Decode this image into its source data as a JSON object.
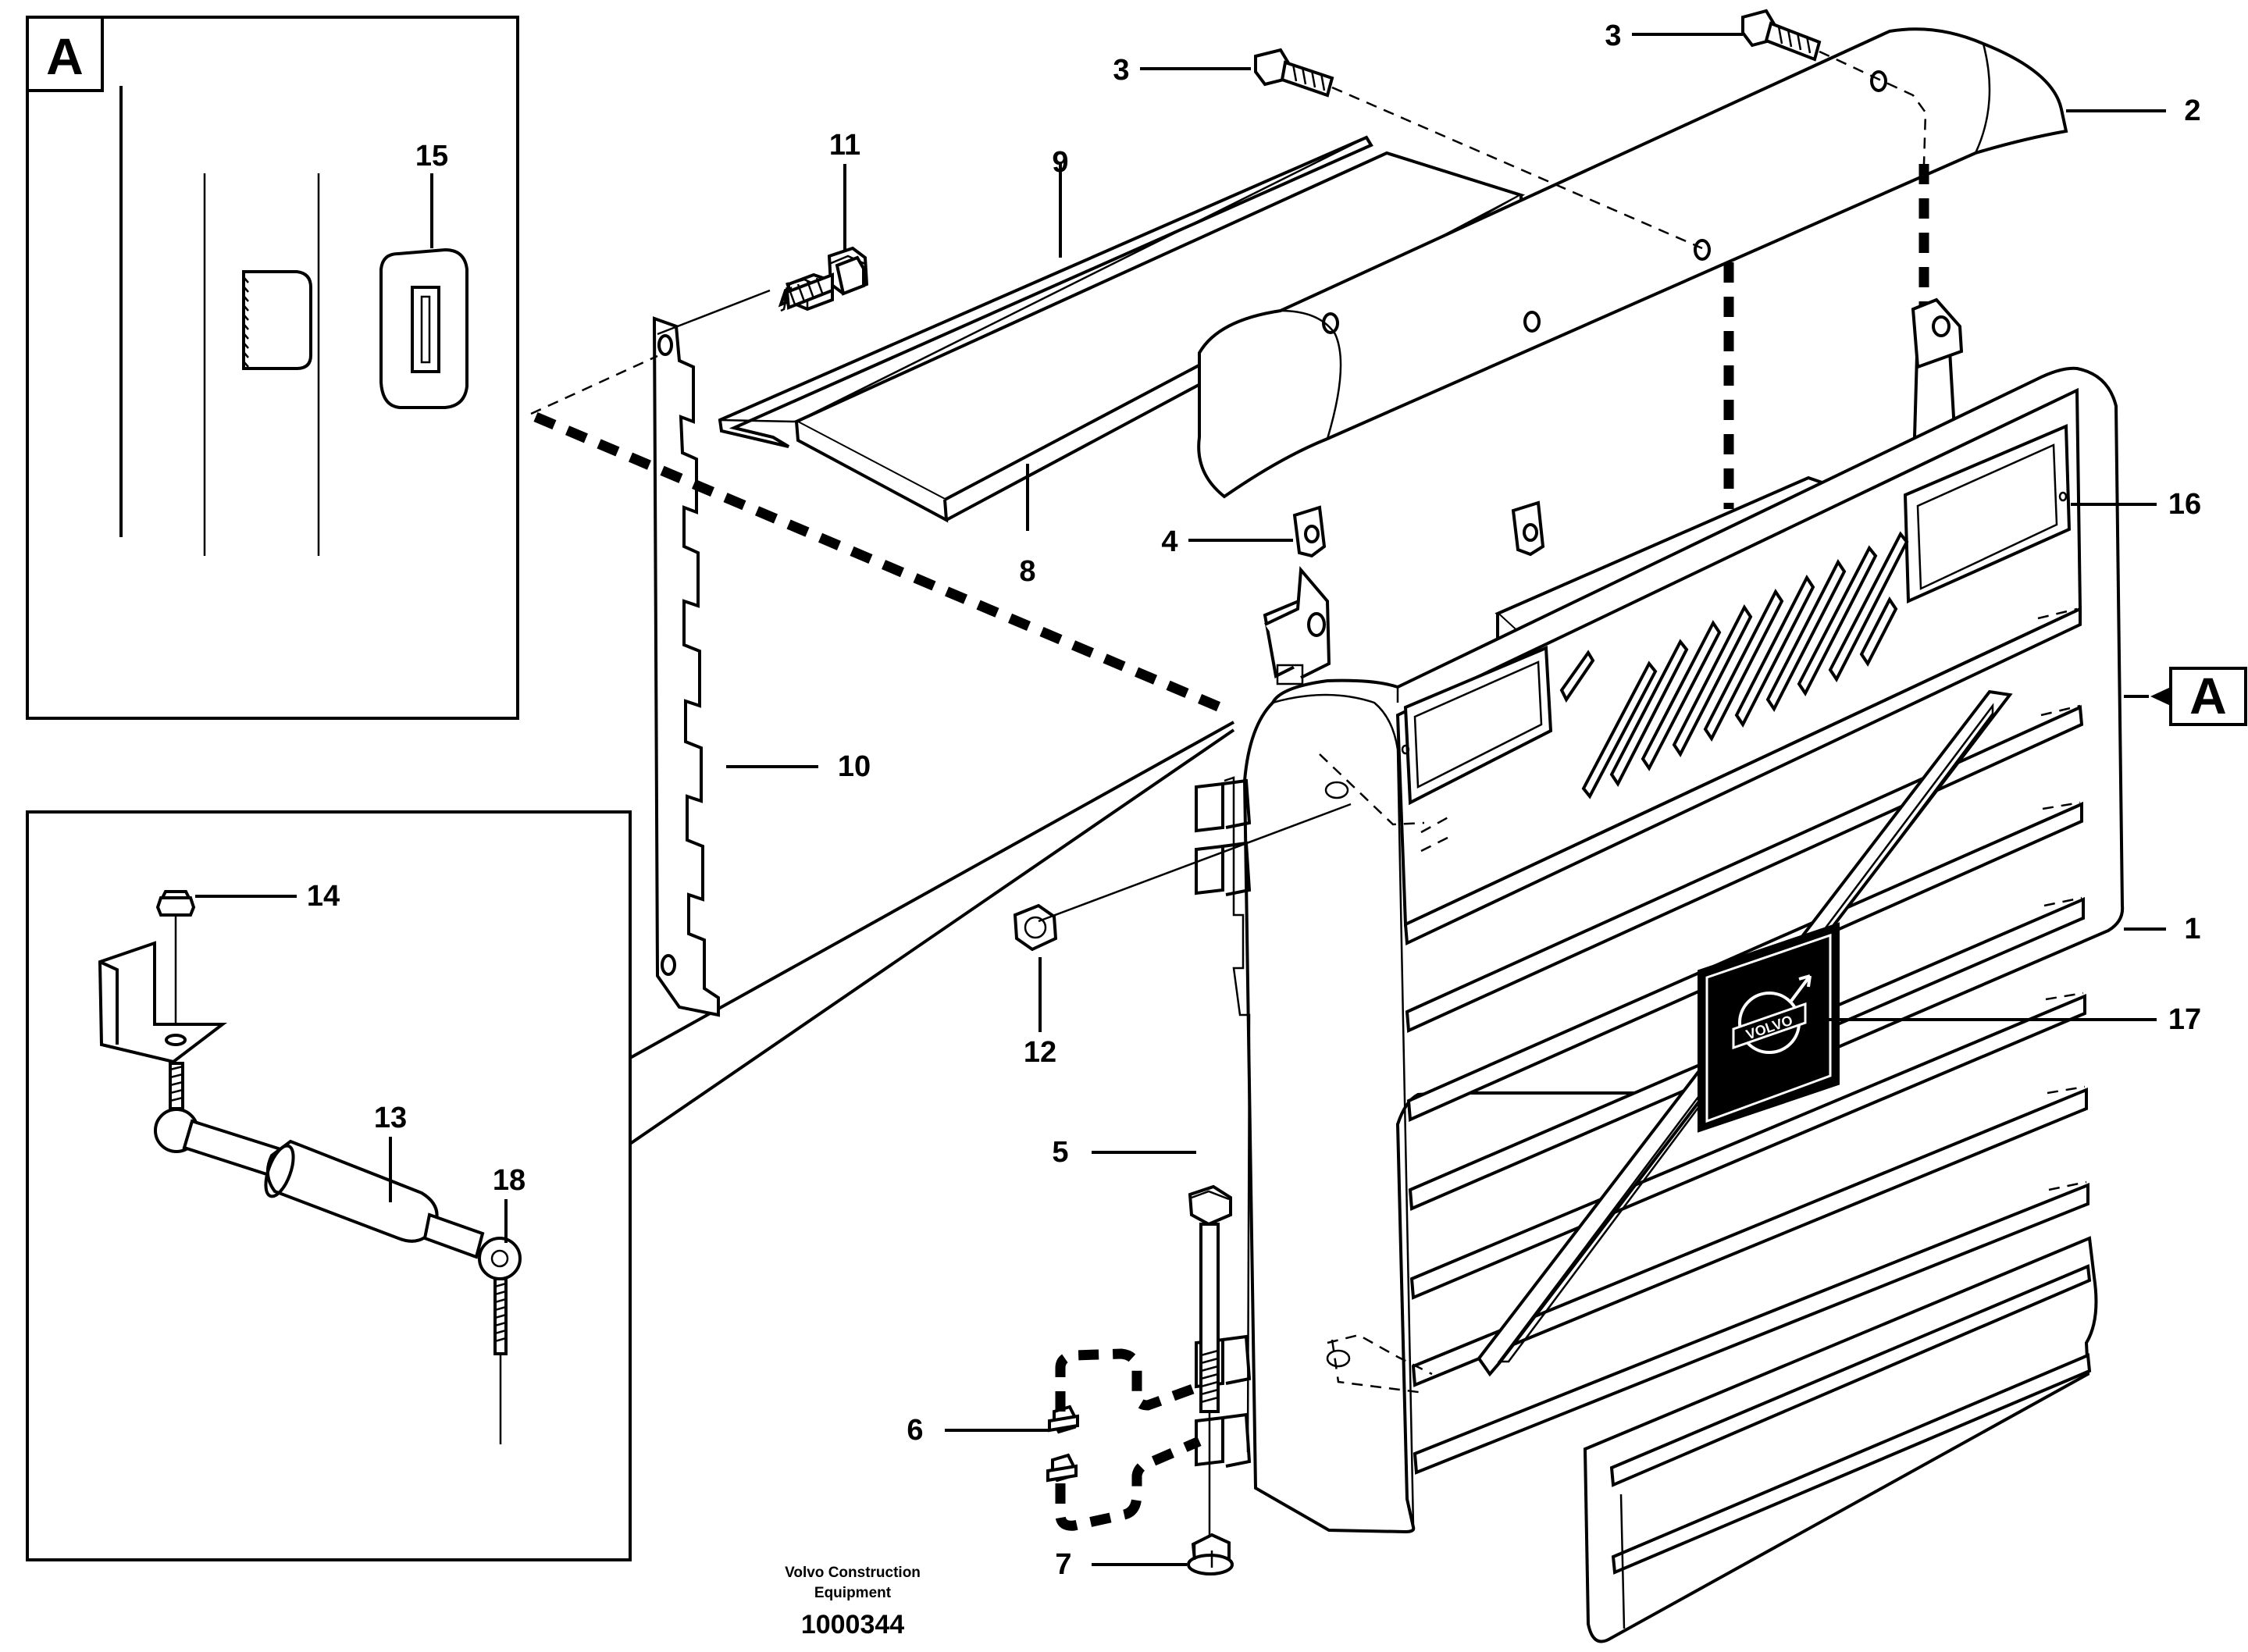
{
  "detail_box_label": "A",
  "callout_label": "A",
  "part_numbers": {
    "p1": "1",
    "p2": "2",
    "p3a": "3",
    "p3b": "3",
    "p4": "4",
    "p5": "5",
    "p6": "6",
    "p7": "7",
    "p8": "8",
    "p9": "9",
    "p10": "10",
    "p11": "11",
    "p12": "12",
    "p13": "13",
    "p14": "14",
    "p15": "15",
    "p16": "16",
    "p17": "17",
    "p18": "18"
  },
  "badge_text": "VOLVO",
  "footer": {
    "line1": "Volvo Construction",
    "line2": "Equipment",
    "doc_number": "1000344"
  }
}
